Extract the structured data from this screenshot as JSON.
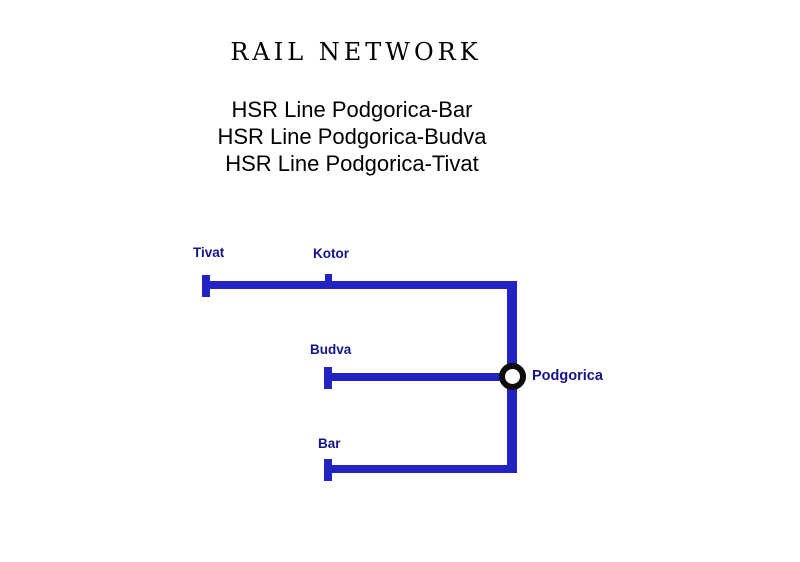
{
  "title": "RAIL NETWORK",
  "legend": {
    "lines": [
      {
        "label": "HSR Line Podgorica-Bar"
      },
      {
        "label": "HSR Line Podgorica-Budva"
      },
      {
        "label": "HSR Line Podgorica-Tivat"
      }
    ]
  },
  "network": {
    "hub": {
      "name": "Podgorica"
    },
    "stations": [
      {
        "name": "Tivat",
        "marker": "terminal-bar"
      },
      {
        "name": "Kotor",
        "marker": "tick"
      },
      {
        "name": "Budva",
        "marker": "terminal-bar"
      },
      {
        "name": "Bar",
        "marker": "terminal-bar"
      }
    ]
  },
  "colors": {
    "line": "#2323c3",
    "station-label": "#14148b",
    "hub-ring": "#0d0d0d",
    "hub-fill": "#ffffff",
    "heading-text": "#000000",
    "background": "#ffffff"
  }
}
